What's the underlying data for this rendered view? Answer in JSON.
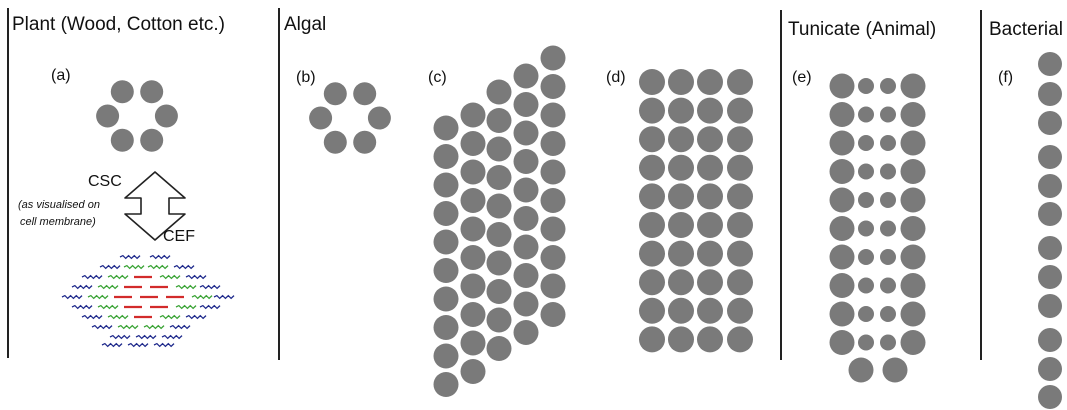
{
  "sections": {
    "plant": "Plant (Wood, Cotton etc.)",
    "algal": "Algal",
    "tunicate": "Tunicate (Animal)",
    "bacterial": "Bacterial"
  },
  "panel_labels": {
    "a": "(a)",
    "b": "(b)",
    "c": "(c)",
    "d": "(d)",
    "e": "(e)",
    "f": "(f)"
  },
  "arrow_labels": {
    "csc": "CSC",
    "cef": "CEF",
    "note_line1": "(as visualised on",
    "note_line2": "cell membrane)"
  },
  "colors": {
    "particle": "#7a7a7a",
    "divider": "#222222",
    "wave_blue": "#1f2a8c",
    "wave_green": "#3aa335",
    "dash_red": "#d22b2b"
  }
}
